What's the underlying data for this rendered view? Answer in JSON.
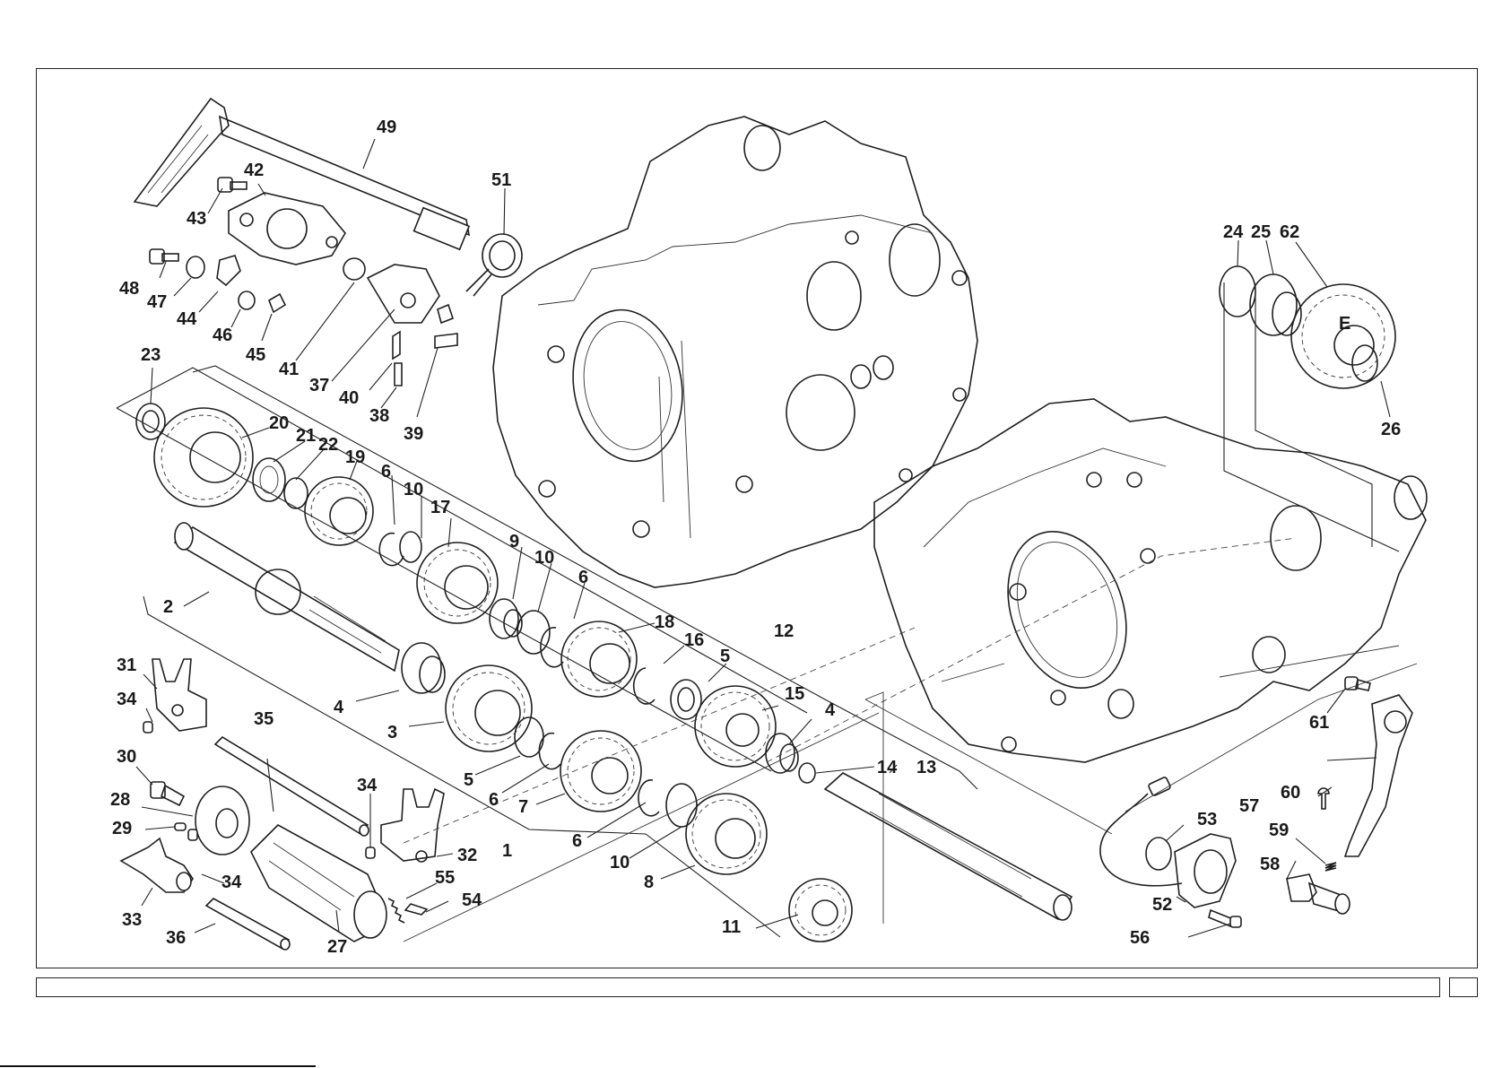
{
  "document": {
    "type": "exploded parts diagram",
    "subject": "gearbox, gear shift mechanism and crankcase"
  },
  "callouts": [
    {
      "id": "c49",
      "label": "49"
    },
    {
      "id": "c42",
      "label": "42"
    },
    {
      "id": "c43",
      "label": "43"
    },
    {
      "id": "c51",
      "label": "51"
    },
    {
      "id": "c48",
      "label": "48"
    },
    {
      "id": "c47",
      "label": "47"
    },
    {
      "id": "c44",
      "label": "44"
    },
    {
      "id": "c46",
      "label": "46"
    },
    {
      "id": "c45",
      "label": "45"
    },
    {
      "id": "c41",
      "label": "41"
    },
    {
      "id": "c37",
      "label": "37"
    },
    {
      "id": "c40",
      "label": "40"
    },
    {
      "id": "c38",
      "label": "38"
    },
    {
      "id": "c39",
      "label": "39"
    },
    {
      "id": "c23",
      "label": "23"
    },
    {
      "id": "c20",
      "label": "20"
    },
    {
      "id": "c21",
      "label": "21"
    },
    {
      "id": "c22",
      "label": "22"
    },
    {
      "id": "c19",
      "label": "19"
    },
    {
      "id": "c6a",
      "label": "6"
    },
    {
      "id": "c10a",
      "label": "10"
    },
    {
      "id": "c17",
      "label": "17"
    },
    {
      "id": "c9",
      "label": "9"
    },
    {
      "id": "c10b",
      "label": "10"
    },
    {
      "id": "c6b",
      "label": "6"
    },
    {
      "id": "c2",
      "label": "2"
    },
    {
      "id": "c18",
      "label": "18"
    },
    {
      "id": "c16",
      "label": "16"
    },
    {
      "id": "c5a",
      "label": "5"
    },
    {
      "id": "c12",
      "label": "12"
    },
    {
      "id": "c15",
      "label": "15"
    },
    {
      "id": "c4a",
      "label": "4"
    },
    {
      "id": "c4b",
      "label": "4"
    },
    {
      "id": "c3",
      "label": "3"
    },
    {
      "id": "c5b",
      "label": "5"
    },
    {
      "id": "c6c",
      "label": "6"
    },
    {
      "id": "c7",
      "label": "7"
    },
    {
      "id": "c6d",
      "label": "6"
    },
    {
      "id": "c10c",
      "label": "10"
    },
    {
      "id": "c8",
      "label": "8"
    },
    {
      "id": "c11",
      "label": "11"
    },
    {
      "id": "c14",
      "label": "14"
    },
    {
      "id": "c13",
      "label": "13"
    },
    {
      "id": "c1",
      "label": "1"
    },
    {
      "id": "c31",
      "label": "31"
    },
    {
      "id": "c34a",
      "label": "34"
    },
    {
      "id": "c35",
      "label": "35"
    },
    {
      "id": "c30",
      "label": "30"
    },
    {
      "id": "c28",
      "label": "28"
    },
    {
      "id": "c29",
      "label": "29"
    },
    {
      "id": "c34b",
      "label": "34"
    },
    {
      "id": "c32",
      "label": "32"
    },
    {
      "id": "c34c",
      "label": "34"
    },
    {
      "id": "c33",
      "label": "33"
    },
    {
      "id": "c36",
      "label": "36"
    },
    {
      "id": "c27",
      "label": "27"
    },
    {
      "id": "c55",
      "label": "55"
    },
    {
      "id": "c54",
      "label": "54"
    },
    {
      "id": "c24",
      "label": "24"
    },
    {
      "id": "c25",
      "label": "25"
    },
    {
      "id": "c62",
      "label": "62"
    },
    {
      "id": "c26",
      "label": "26"
    },
    {
      "id": "c61",
      "label": "61"
    },
    {
      "id": "c57",
      "label": "57"
    },
    {
      "id": "c60",
      "label": "60"
    },
    {
      "id": "c59",
      "label": "59"
    },
    {
      "id": "c58",
      "label": "58"
    },
    {
      "id": "c53",
      "label": "53"
    },
    {
      "id": "c52",
      "label": "52"
    },
    {
      "id": "c56",
      "label": "56"
    }
  ],
  "gear_marking": "E",
  "title_block": {
    "text": "",
    "page": ""
  }
}
